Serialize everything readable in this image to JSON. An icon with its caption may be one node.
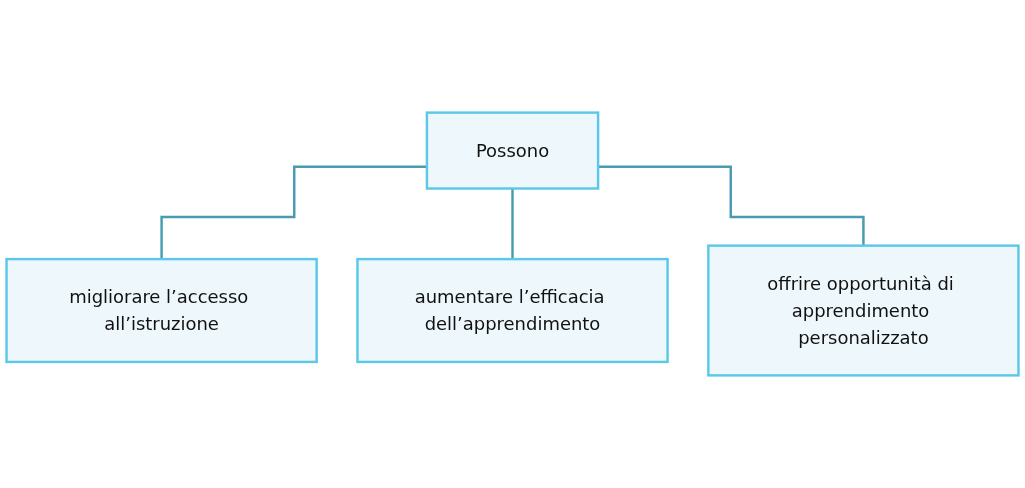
{
  "diagram": {
    "nodes": [
      {
        "text": [
          "Possono"
        ]
      },
      {
        "text": [
          "migliorare l’accesso all’istruzione"
        ]
      },
      {
        "text": [
          "aumentare l’efficacia dell’apprendimento"
        ]
      },
      {
        "text": [
          "offrire opportunità di apprendimento personalizzato"
        ]
      }
    ],
    "edges": [
      {
        "from": 0,
        "to": 1,
        "arrow": "none"
      },
      {
        "from": 0,
        "to": 2,
        "arrow": "none"
      },
      {
        "from": 0,
        "to": 3,
        "arrow": "none"
      }
    ]
  }
}
